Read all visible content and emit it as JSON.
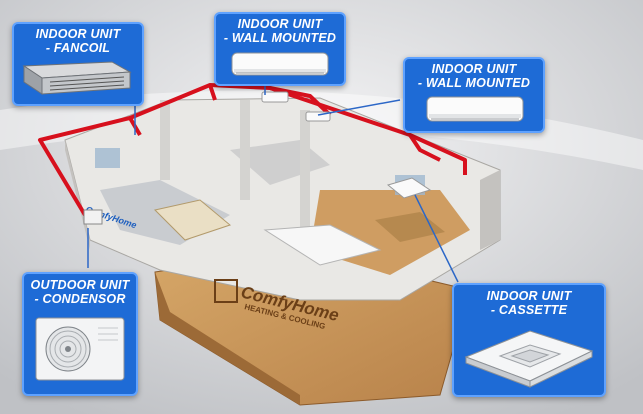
{
  "callouts": {
    "fancoil": {
      "line1": "INDOOR UNIT",
      "line2": "- FANCOIL"
    },
    "wall_top": {
      "line1": "INDOOR UNIT",
      "line2": "- WALL MOUNTED"
    },
    "wall_right": {
      "line1": "INDOOR UNIT",
      "line2": "- WALL MOUNTED"
    },
    "outdoor": {
      "line1": "OUTDOOR UNIT",
      "line2": "- CONDENSOR"
    },
    "cassette": {
      "line1": "INDOOR UNIT",
      "line2": "- CASSETTE"
    }
  },
  "brand": {
    "name": "ComfyHome",
    "tagline": "HEATING & COOLING"
  },
  "colors": {
    "callout_blue": "#1e6bd6",
    "pipe_red": "#d7101d",
    "floor_wood": "#c99656"
  }
}
